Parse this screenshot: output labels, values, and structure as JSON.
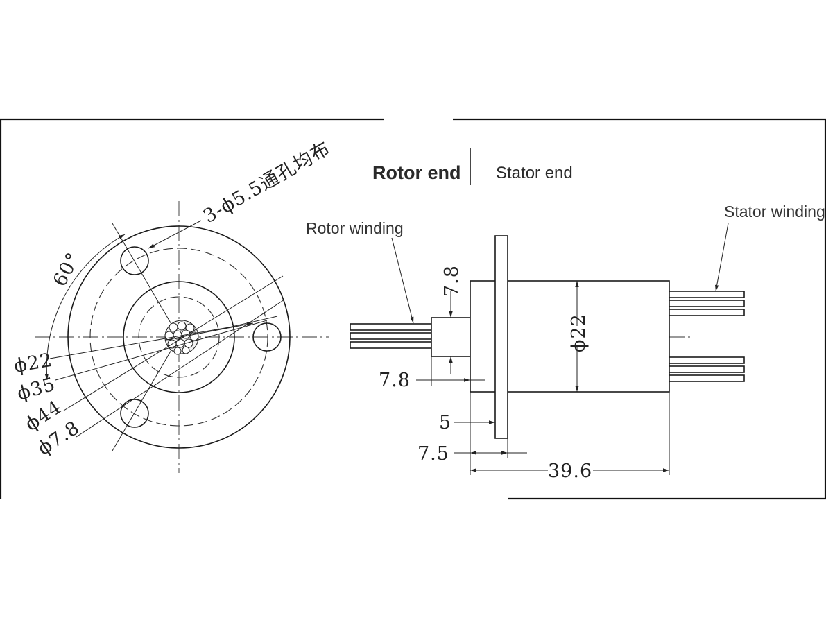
{
  "headings": {
    "rotor_end": "Rotor end",
    "stator_end": "Stator end"
  },
  "callouts": {
    "rotor_winding": "Rotor winding",
    "stator_winding": "Stator winding"
  },
  "front_view": {
    "hole_note": "3-ϕ5.5通孔均布",
    "angle": "60°",
    "dims": [
      "ϕ22",
      "ϕ35",
      "ϕ44",
      "ϕ7.8"
    ]
  },
  "side_view": {
    "shaft_height": "7.8",
    "shaft_length": "7.8",
    "body_diameter": "ϕ22",
    "flange_thickness": "5",
    "flange_offset": "7.5",
    "total_length": "39.6"
  }
}
